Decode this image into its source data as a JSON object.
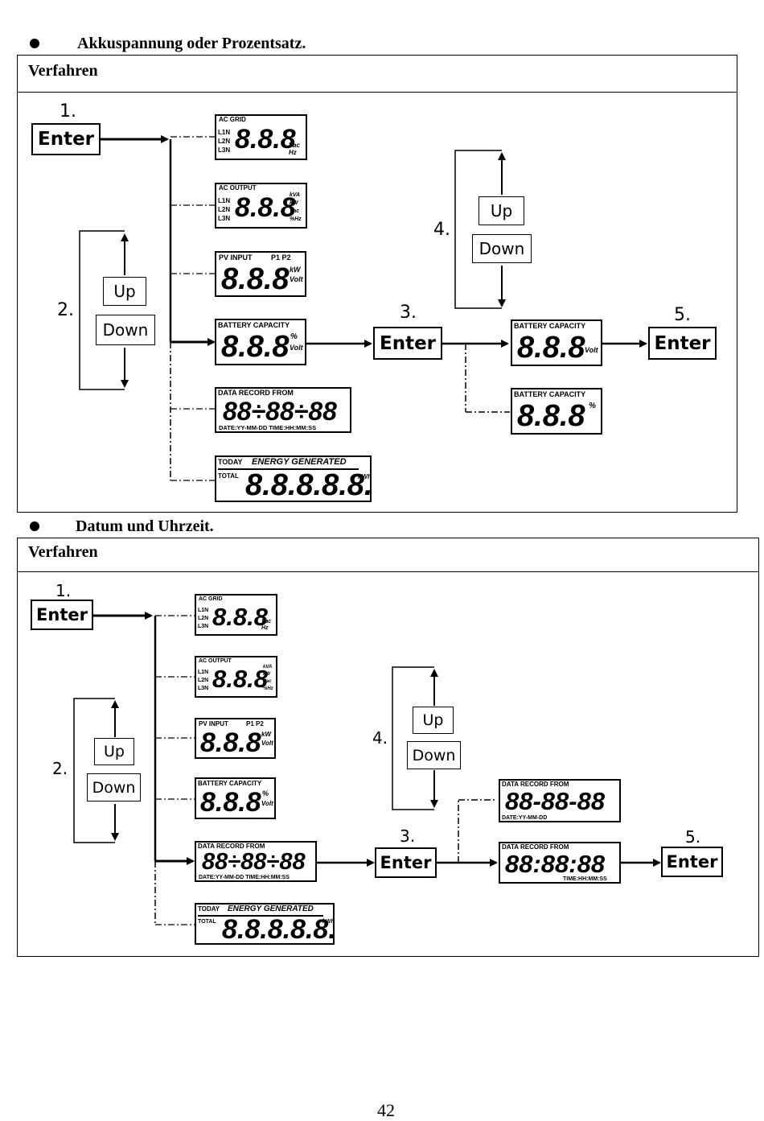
{
  "sections": [
    {
      "heading": "Akkuspannung oder Prozentsatz.",
      "panel_title": "Verfahren",
      "steps": {
        "s1": "1.",
        "s2": "2.",
        "s3": "3.",
        "s4": "4.",
        "s5": "5."
      },
      "buttons": {
        "enter1": "Enter",
        "up_left": "Up",
        "down_left": "Down",
        "enter3": "Enter",
        "up_right": "Up",
        "down_right": "Down",
        "enter5": "Enter"
      },
      "displays": {
        "ac_grid": {
          "title": "AC GRID",
          "lines": [
            "L1N",
            "L2N",
            "L3N"
          ],
          "digits": "8.8.8",
          "units": [
            "Vac",
            "Hz"
          ]
        },
        "ac_output": {
          "title": "AC OUTPUT",
          "lines": [
            "L1N",
            "L2N",
            "L3N"
          ],
          "digits": "8.8.8",
          "units": [
            "kVA",
            "kW",
            "Vac",
            "%Hz"
          ]
        },
        "pv_input": {
          "title": "PV INPUT",
          "title2": "P1 P2",
          "digits": "8.8.8",
          "units": [
            "kW",
            "Volt"
          ]
        },
        "battery": {
          "title": "BATTERY CAPACITY",
          "digits": "8.8.8",
          "units": [
            "%",
            "Volt"
          ]
        },
        "data_record": {
          "title": "DATA RECORD FROM",
          "digits": "88÷88÷88",
          "footer": "DATE:YY-MM-DD  TIME:HH:MM:SS"
        },
        "energy": {
          "title": "TODAY",
          "title2": "ENERGY GENERATED",
          "label": "TOTAL",
          "digits": "8.8.8.8.8.8",
          "unit": "kWh"
        },
        "result_volt": {
          "title": "BATTERY CAPACITY",
          "digits": "8.8.8",
          "unit": "Volt"
        },
        "result_pct": {
          "title": "BATTERY CAPACITY",
          "digits": "8.8.8",
          "unit": "%"
        }
      }
    },
    {
      "heading": "Datum und Uhrzeit.",
      "panel_title": "Verfahren",
      "steps": {
        "s1": "1.",
        "s2": "2.",
        "s3": "3.",
        "s4": "4.",
        "s5": "5."
      },
      "buttons": {
        "enter1": "Enter",
        "up_left": "Up",
        "down_left": "Down",
        "enter3": "Enter",
        "up_right": "Up",
        "down_right": "Down",
        "enter5": "Enter"
      },
      "displays": {
        "ac_grid": {
          "title": "AC GRID",
          "lines": [
            "L1N",
            "L2N",
            "L3N"
          ],
          "digits": "8.8.8",
          "units": [
            "Vac",
            "Hz"
          ]
        },
        "ac_output": {
          "title": "AC OUTPUT",
          "lines": [
            "L1N",
            "L2N",
            "L3N"
          ],
          "digits": "8.8.8",
          "units": [
            "kVA",
            "kW",
            "Vac",
            "%Hz"
          ]
        },
        "pv_input": {
          "title": "PV INPUT",
          "title2": "P1 P2",
          "digits": "8.8.8",
          "units": [
            "kW",
            "Volt"
          ]
        },
        "battery": {
          "title": "BATTERY CAPACITY",
          "digits": "8.8.8",
          "units": [
            "%",
            "Volt"
          ]
        },
        "data_record": {
          "title": "DATA RECORD FROM",
          "digits": "88÷88÷88",
          "footer": "DATE:YY-MM-DD  TIME:HH:MM:SS"
        },
        "energy": {
          "title": "TODAY",
          "title2": "ENERGY GENERATED",
          "label": "TOTAL",
          "digits": "8.8.8.8.8.8",
          "unit": "kWh"
        },
        "result_date": {
          "title": "DATA RECORD FROM",
          "digits": "88-88-88",
          "footer": "DATE:YY-MM-DD"
        },
        "result_time": {
          "title": "DATA RECORD FROM",
          "digits": "88:88:88",
          "footer": "TIME:HH:MM:SS"
        }
      }
    }
  ],
  "page_number": "42"
}
